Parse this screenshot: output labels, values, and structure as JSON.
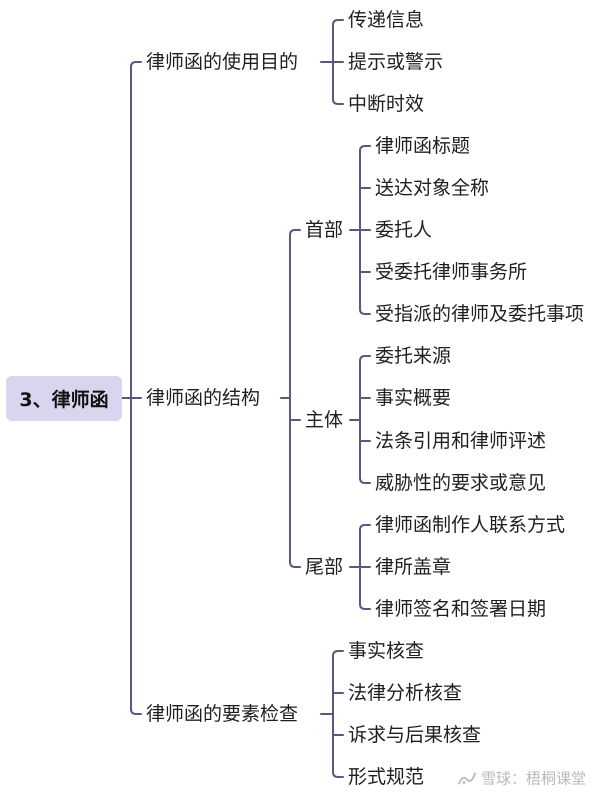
{
  "root": {
    "label": "3、律师函"
  },
  "branches": [
    {
      "id": "purpose",
      "label": "律师函的使用目的",
      "items": [
        "传递信息",
        "提示或警示",
        "中断时效"
      ]
    },
    {
      "id": "structure",
      "label": "律师函的结构",
      "sections": [
        {
          "id": "head",
          "label": "首部",
          "items": [
            "律师函标题",
            "送达对象全称",
            "委托人",
            "受委托律师事务所",
            "受指派的律师及委托事项"
          ]
        },
        {
          "id": "body",
          "label": "主体",
          "items": [
            "委托来源",
            "事实概要",
            "法条引用和律师评述",
            "威胁性的要求或意见"
          ]
        },
        {
          "id": "tail",
          "label": "尾部",
          "items": [
            "律师函制作人联系方式",
            "律所盖章",
            "律师签名和签署日期"
          ]
        }
      ]
    },
    {
      "id": "check",
      "label": "律师函的要素检查",
      "items": [
        "事实核查",
        "法律分析核查",
        "诉求与后果核查",
        "形式规范"
      ]
    }
  ],
  "watermark": {
    "text": "雪球：梧桐课堂"
  },
  "colors": {
    "line": "#5b5780",
    "root_bg": "#d9d5ee",
    "text": "#1f1f1f"
  }
}
